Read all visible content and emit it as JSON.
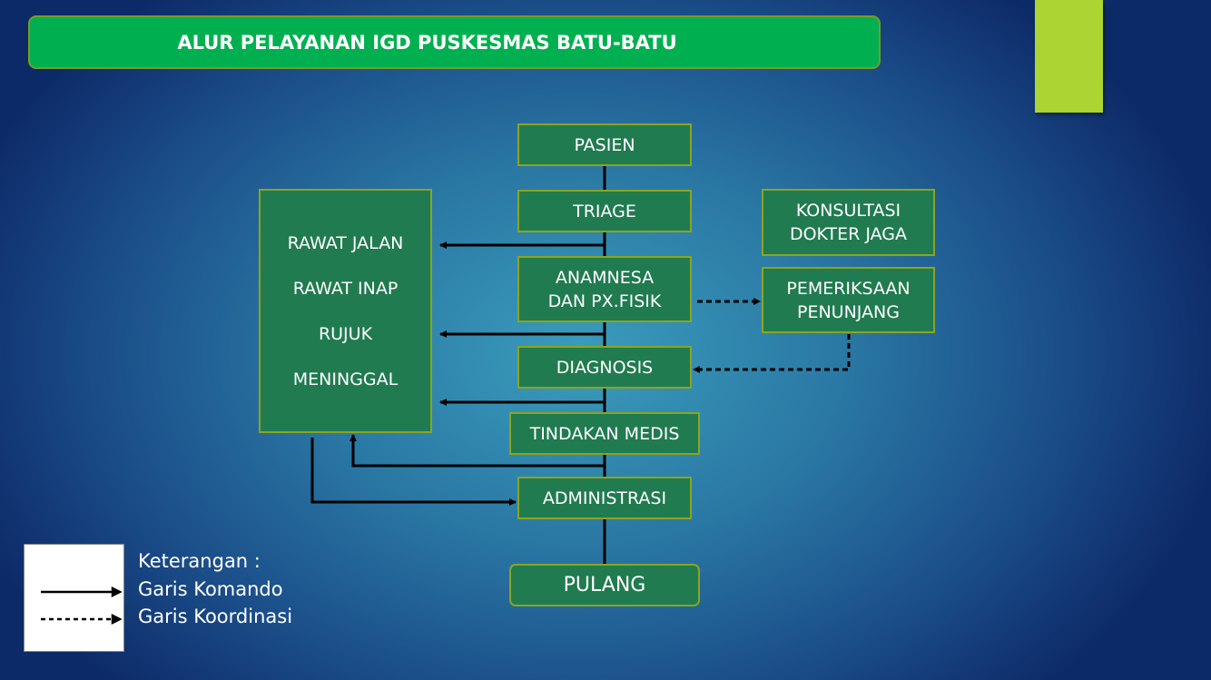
{
  "title": "ALUR PELAYANAN IGD PUSKESMAS BATU-BATU",
  "flow": {
    "pasien": "PASIEN",
    "triage": "TRIAGE",
    "anamnesa_line1": "ANAMNESA",
    "anamnesa_line2": "DAN PX.FISIK",
    "diagnosis": "DIAGNOSIS",
    "tindakan": "TINDAKAN MEDIS",
    "administrasi": "ADMINISTRASI",
    "pulang": "PULANG"
  },
  "outcomes": [
    "RAWAT JALAN",
    "RAWAT INAP",
    "RUJUK",
    "MENINGGAL"
  ],
  "side": {
    "konsultasi_line1": "KONSULTASI",
    "konsultasi_line2": "DOKTER JAGA",
    "pemeriksaan_line1": "PEMERIKSAAN",
    "pemeriksaan_line2": "PENUNJANG"
  },
  "legend": {
    "heading": "Keterangan :",
    "command": "Garis Komando",
    "coordination": "Garis Koordinasi"
  },
  "colors": {
    "box": "#217b50",
    "title": "#00b050",
    "accent": "#acd432"
  }
}
